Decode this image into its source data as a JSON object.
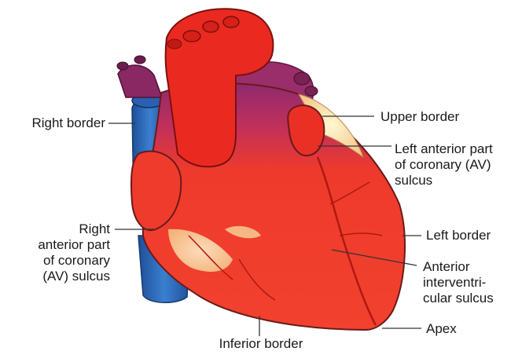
{
  "labels": {
    "right_border": "Right border",
    "upper_border": "Upper border",
    "left_anterior_coronary": "Left anterior part\nof coronary (AV)\nsulcus",
    "right_anterior_coronary": "Right\nanterior part\nof coronary\n(AV) sulcus",
    "left_border": "Left border",
    "anterior_interventricular": "Anterior\ninterventri-\ncular sulcus",
    "apex": "Apex",
    "inferior_border": "Inferior border"
  },
  "colors": {
    "ventricle_red": "#f03a2a",
    "aorta_red": "#e8201c",
    "pulmonary_purple": "#9a2e6a",
    "vena_cava_blue": "#2a66b8",
    "fat_yellow": "#f7e6a8",
    "leader_line": "#333333"
  }
}
